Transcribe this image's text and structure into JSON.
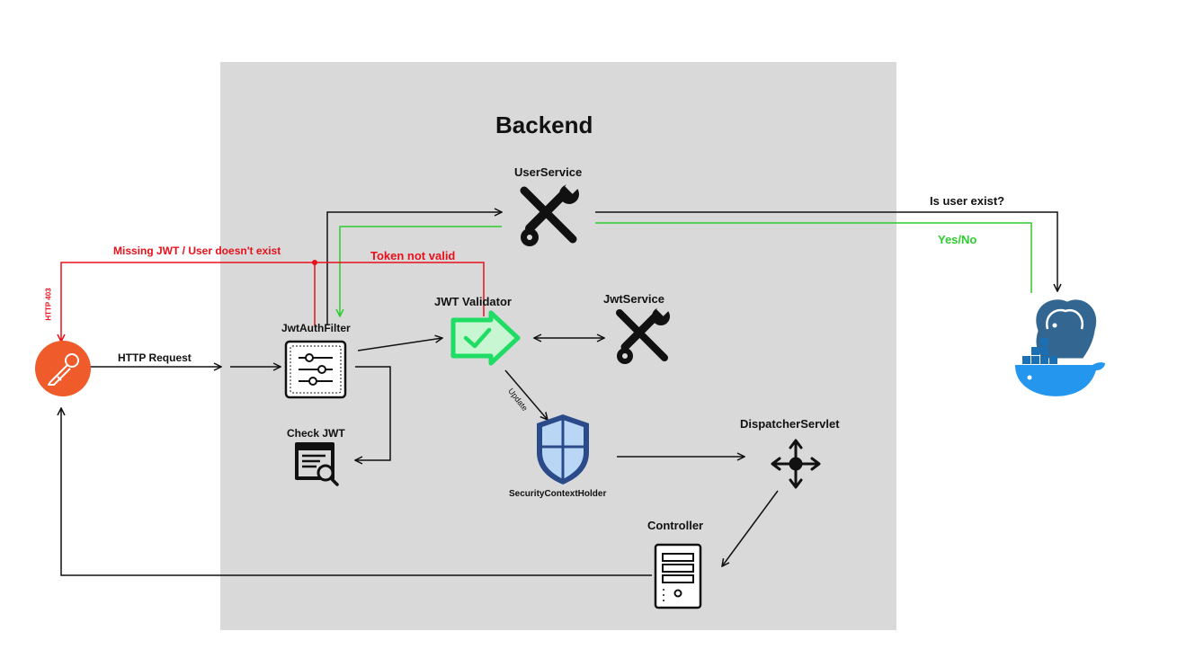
{
  "diagram": {
    "title": "Backend",
    "nodes": {
      "user_service": "UserService",
      "jwt_validator": "JWT Validator",
      "jwt_service": "JwtService",
      "jwt_auth_filter": "JwtAuthFilter",
      "check_jwt": "Check JWT",
      "security_context_holder": "SecurityContextHolder",
      "dispatcher_servlet": "DispatcherServlet",
      "controller": "Controller"
    },
    "edges": {
      "http_request": "HTTP Request",
      "missing_jwt": "Missing JWT / User doesn't exist",
      "token_not_valid": "Token not valid",
      "http_403": "HTTP 403",
      "is_user_exist": "Is user exist?",
      "yes_no": "Yes/No",
      "update": "Update"
    },
    "icons": {
      "client": "postman-icon",
      "database": "postgres-docker-icon",
      "user_service": "tools-icon",
      "jwt_service": "tools-icon",
      "jwt_auth_filter": "filter-sliders-icon",
      "check_jwt": "document-search-icon",
      "jwt_validator": "check-arrow-icon",
      "security_context_holder": "shield-icon",
      "dispatcher_servlet": "move-arrows-icon",
      "controller": "server-icon"
    },
    "colors": {
      "background_panel": "#d9d9d9",
      "error": "#e8101a",
      "success": "#2ecc2e",
      "client": "#ef5b2b",
      "database": "#336791"
    }
  }
}
